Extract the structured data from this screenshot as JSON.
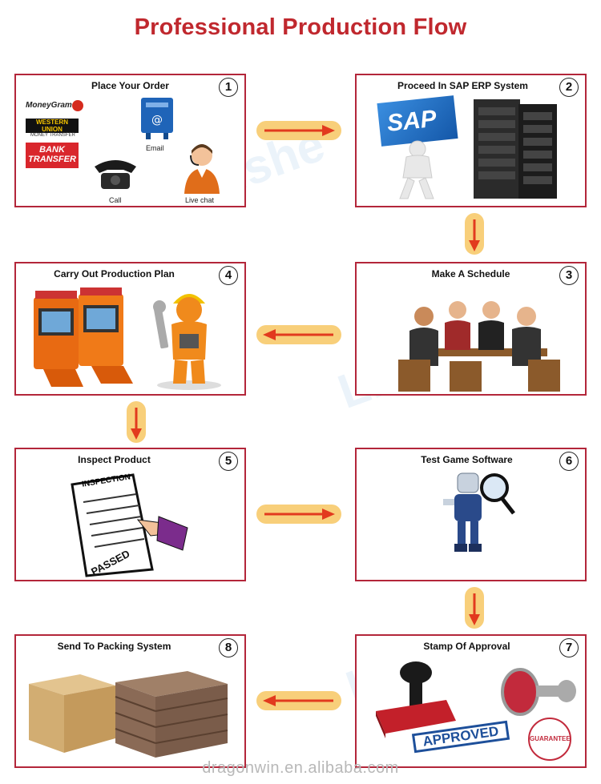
{
  "title": "Professional Production Flow",
  "steps": [
    {
      "num": "1",
      "label": "Place Your Order"
    },
    {
      "num": "2",
      "label": "Proceed In SAP ERP System"
    },
    {
      "num": "3",
      "label": "Make A Schedule"
    },
    {
      "num": "4",
      "label": "Carry Out Production Plan"
    },
    {
      "num": "5",
      "label": "Inspect Product"
    },
    {
      "num": "6",
      "label": "Test Game Software"
    },
    {
      "num": "7",
      "label": "Stamp Of Approval"
    },
    {
      "num": "8",
      "label": "Send To Packing System"
    }
  ],
  "order_methods": {
    "moneygram": "MoneyGram",
    "western_union": "WESTERN UNION",
    "money_transfer": "MONEY TRANSFER",
    "bank_transfer_1": "BANK",
    "bank_transfer_2": "TRANSFER",
    "email": "Email",
    "call": "Call",
    "live_chat": "Live chat"
  },
  "sap_logo": "SAP",
  "inspection_stamp": "PASSED",
  "inspection_header": "INSPECTION",
  "approved_stamp": "APPROVED",
  "quality_seal": "GUARANTEE",
  "watermark_text": "Lishe",
  "footer": "dragonwin.en.alibaba.com",
  "colors": {
    "title": "#c0282e",
    "border": "#b3263a",
    "arrow": "#e23a1e",
    "arrow_bg": "#f7c56a"
  }
}
